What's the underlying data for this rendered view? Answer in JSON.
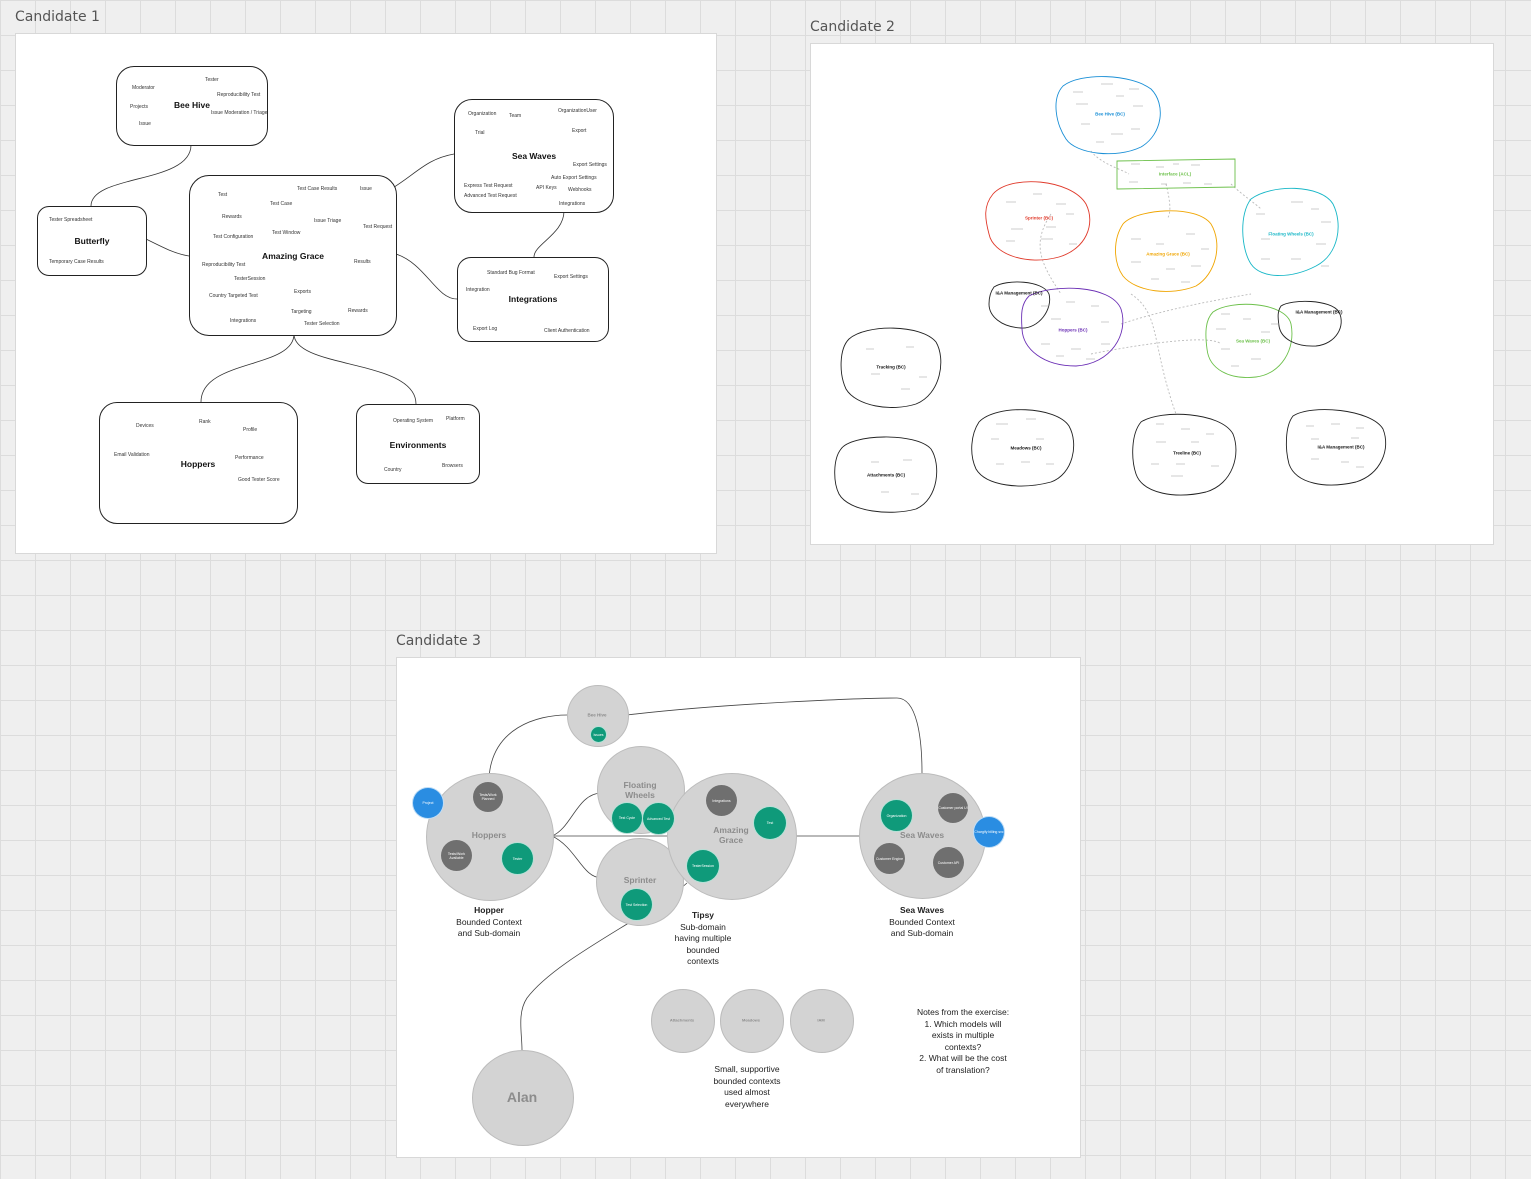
{
  "candidate1": {
    "title": "Candidate 1",
    "boxes": {
      "bee_hive": {
        "title": "Bee Hive",
        "items": [
          "Tester",
          "Moderator",
          "Reproducibility Test",
          "Projects",
          "Issue Moderation / Triage",
          "Issue"
        ]
      },
      "butterfly": {
        "title": "Butterfly",
        "items": [
          "Tester Spreadsheet",
          "Temporary Case Results"
        ]
      },
      "amazing_grace": {
        "title": "Amazing Grace",
        "items": [
          "Test",
          "Test Case Results",
          "Issue",
          "Test Case",
          "Rewards",
          "Issue Triage",
          "Test Window",
          "Test Request",
          "Test Configuration",
          "Reproducibility Test",
          "Results",
          "TesterSession",
          "Country Targeted Test",
          "Exports",
          "Targeting",
          "Rewards",
          "Integrations",
          "Tester Selection"
        ]
      },
      "sea_waves": {
        "title": "Sea Waves",
        "items": [
          "Organization",
          "Team",
          "OrganizationUser",
          "Trial",
          "Export",
          "Export Settings",
          "Auto Export Settings",
          "Express Test Request",
          "API Keys",
          "Webhooks",
          "Advanced Test Request",
          "Integrations"
        ]
      },
      "integrations": {
        "title": "Integrations",
        "items": [
          "Standard Bug Format",
          "Export Settings",
          "Integration",
          "Export Log",
          "Client Authentication"
        ]
      },
      "hoppers": {
        "title": "Hoppers",
        "items": [
          "Devices",
          "Rank",
          "Profile",
          "Email Validation",
          "Performance",
          "Good Tester Score"
        ]
      },
      "environments": {
        "title": "Environments",
        "items": [
          "Operating System",
          "Platform",
          "Country",
          "Browsers"
        ]
      }
    }
  },
  "candidate2": {
    "title": "Candidate 2",
    "blobs": [
      {
        "key": "bee_hive",
        "title": "Bee Hive (BC)",
        "color": "#1a8fd6"
      },
      {
        "key": "interface",
        "title": "Interface (ACL)",
        "color": "#6cc04a"
      },
      {
        "key": "sprinter",
        "title": "Sprinter (BC)",
        "color": "#e03a2b"
      },
      {
        "key": "amazing_grace",
        "title": "Amazing Grace (BC)",
        "color": "#f0a500"
      },
      {
        "key": "floating_wheels",
        "title": "Floating Wheels (BC)",
        "color": "#18b7c7"
      },
      {
        "key": "iam_left",
        "title": "I&A Management (BC)",
        "color": "#111111"
      },
      {
        "key": "hoppers",
        "title": "Hoppers (BC)",
        "color": "#6b2fb5"
      },
      {
        "key": "sea_waves",
        "title": "Sea Waves (BC)",
        "color": "#6cc04a"
      },
      {
        "key": "iam_right",
        "title": "I&A Management (BC)",
        "color": "#111111"
      },
      {
        "key": "tracking",
        "title": "Tracking (BC)",
        "color": "#111111"
      },
      {
        "key": "attachments",
        "title": "Attachments (BC)",
        "color": "#111111"
      },
      {
        "key": "meadows",
        "title": "Meadows (BC)",
        "color": "#111111"
      },
      {
        "key": "treeline",
        "title": "Treeline (BC)",
        "color": "#111111"
      },
      {
        "key": "iam_bottom",
        "title": "I&A Management (BC)",
        "color": "#111111"
      }
    ]
  },
  "candidate3": {
    "title": "Candidate 3",
    "circles": {
      "bee_hive": "Bee Hive",
      "floating_wheels": "Floating\nWheels",
      "hoppers": "Hoppers",
      "amazing_grace": "Amazing\nGrace",
      "sprinter": "Sprinter",
      "sea_waves": "Sea Waves",
      "alan": "Alan",
      "attachments": "Attachments",
      "meadows": "Meadows",
      "iam": "IAM"
    },
    "subs": {
      "bee_hive_green": "Issues",
      "project": "Project",
      "hop_feed_a": "Tests/Work Planned",
      "hop_feed_b": "Tests/Work Available",
      "hop_tester": "Tester",
      "fw_a": "Test Cycle",
      "fw_b": "Advanced Test",
      "ag_integrations": "Integrations",
      "ag_test": "Test",
      "ag_tester_session": "TesterSession",
      "sp_test_selection": "Test Selection",
      "sw_org": "Organization",
      "sw_customer_portal": "Customer portal UI",
      "sw_customer_engine": "Customer Engine",
      "sw_customer_api": "Customer API",
      "sw_chargify": "Chargify billing svc"
    },
    "captions": {
      "hopper_title": "Hopper",
      "hopper_line1": "Bounded Context",
      "hopper_line2": "and Sub-domain",
      "tipsy_title": "Tipsy",
      "tipsy_line1": "Sub-domain",
      "tipsy_line2": "having multiple",
      "tipsy_line3": "bounded",
      "tipsy_line4": "contexts",
      "sea_title": "Sea Waves",
      "sea_line1": "Bounded Context",
      "sea_line2": "and Sub-domain",
      "small_line1": "Small, supportive",
      "small_line2": "bounded contexts",
      "small_line3": "used almost",
      "small_line4": "everywhere"
    },
    "notes": {
      "line1": "Notes from the exercise:",
      "line2": "1. Which models will",
      "line3": "exists in multiple",
      "line4": "contexts?",
      "line5": "2. What will be the cost",
      "line6": "of translation?"
    }
  },
  "colors": {
    "green": "#0f9a7a",
    "gray": "#6f6f6f",
    "blue": "#2a8de2",
    "circle": "#d3d3d3"
  }
}
